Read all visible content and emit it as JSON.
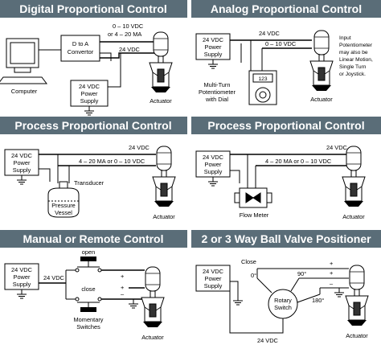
{
  "panels": {
    "p1": {
      "title": "Digital Proportional Control",
      "computer": "Computer",
      "converter": [
        "D to A",
        "Convertor"
      ],
      "signal": [
        "0 – 10 VDC",
        "or 4 – 20 MA"
      ],
      "vdc": "24 VDC",
      "psu": [
        "24 VDC",
        "Power",
        "Supply"
      ],
      "actuator": "Actuator",
      "plus": "+",
      "minus": "–"
    },
    "p2": {
      "title": "Analog Proportional Control",
      "psu": [
        "24 VDC",
        "Power",
        "Supply"
      ],
      "vdc": "24 VDC",
      "signal": "0 – 10 VDC",
      "pot": [
        "Multi-Turn",
        "Potentiometer",
        "with Dial"
      ],
      "dial": "123",
      "note": [
        "Input",
        "Potentiometer",
        "may also be",
        "Linear Motion,",
        "Single Turn",
        "or Joystick."
      ],
      "actuator": "Actuator"
    },
    "p3": {
      "title": "Process Proportional Control",
      "psu": [
        "24 VDC",
        "Power",
        "Supply"
      ],
      "vdc": "24 VDC",
      "signal": "4 – 20 MA or 0 – 10 VDC",
      "transducer": "Transducer",
      "vessel": [
        "Pressure",
        "Vessel"
      ],
      "actuator": "Actuator"
    },
    "p4": {
      "title": "Process Proportional Control",
      "psu": [
        "24 VDC",
        "Power",
        "Supply"
      ],
      "vdc": "24 VDC",
      "signal": "4 – 20 MA or 0 – 10 VDC",
      "meter": "Flow Meter",
      "actuator": "Actuator"
    },
    "p5": {
      "title": "Manual or Remote Control",
      "psu": [
        "24 VDC",
        "Power",
        "Supply"
      ],
      "vdc": "24 VDC",
      "open": "open",
      "close": "close",
      "switches": [
        "Momentary",
        "Switches"
      ],
      "actuator": "Actuator",
      "plus": "+",
      "minus": "–"
    },
    "p6": {
      "title": "2 or 3 Way Ball Valve Positioner",
      "psu": [
        "24 VDC",
        "Power",
        "Supply"
      ],
      "close": "Close",
      "deg0": "0°",
      "deg90": "90°",
      "deg180": "180°",
      "rotary": [
        "Rotary",
        "Switch"
      ],
      "vdc": "24 VDC",
      "actuator": "Actuator",
      "plus": "+",
      "minus": "–"
    }
  },
  "colors": {
    "header": "#5a6d78",
    "line": "#000000",
    "background": "#ffffff"
  }
}
